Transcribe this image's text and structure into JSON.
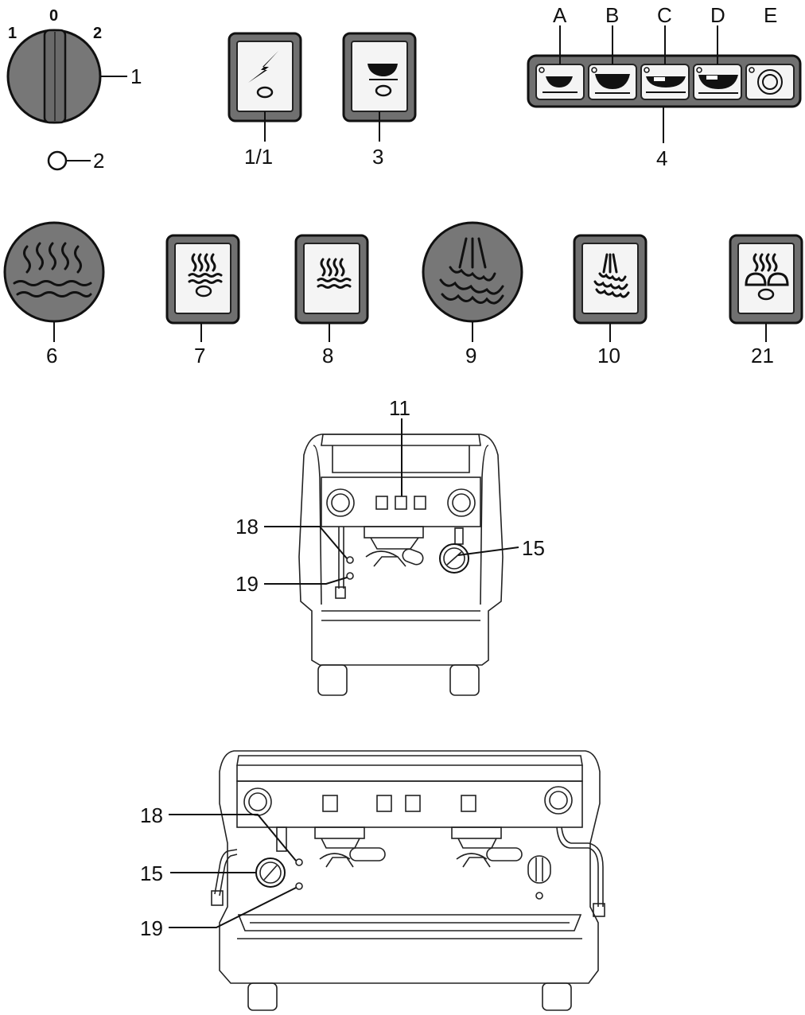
{
  "selector": {
    "pos_1_left": "1",
    "pos_0": "0",
    "pos_2": "2",
    "label": "1"
  },
  "indicator": {
    "label": "2"
  },
  "buttons": {
    "power": "1/1",
    "coffee": "3"
  },
  "keypad": {
    "label": "4",
    "keys": [
      "A",
      "B",
      "C",
      "D",
      "E"
    ]
  },
  "row2": {
    "hot_water_icon": "6",
    "hot_water_button": "7",
    "hot_water_button_alt": "8",
    "steam_icon": "9",
    "steam_button": "10",
    "tea_button": "21"
  },
  "machine1": {
    "keypad": "11",
    "pilot_upper": "18",
    "pilot_lower": "19",
    "gauge": "15"
  },
  "machine2": {
    "pilot_upper": "18",
    "gauge": "15",
    "pilot_lower": "19"
  }
}
